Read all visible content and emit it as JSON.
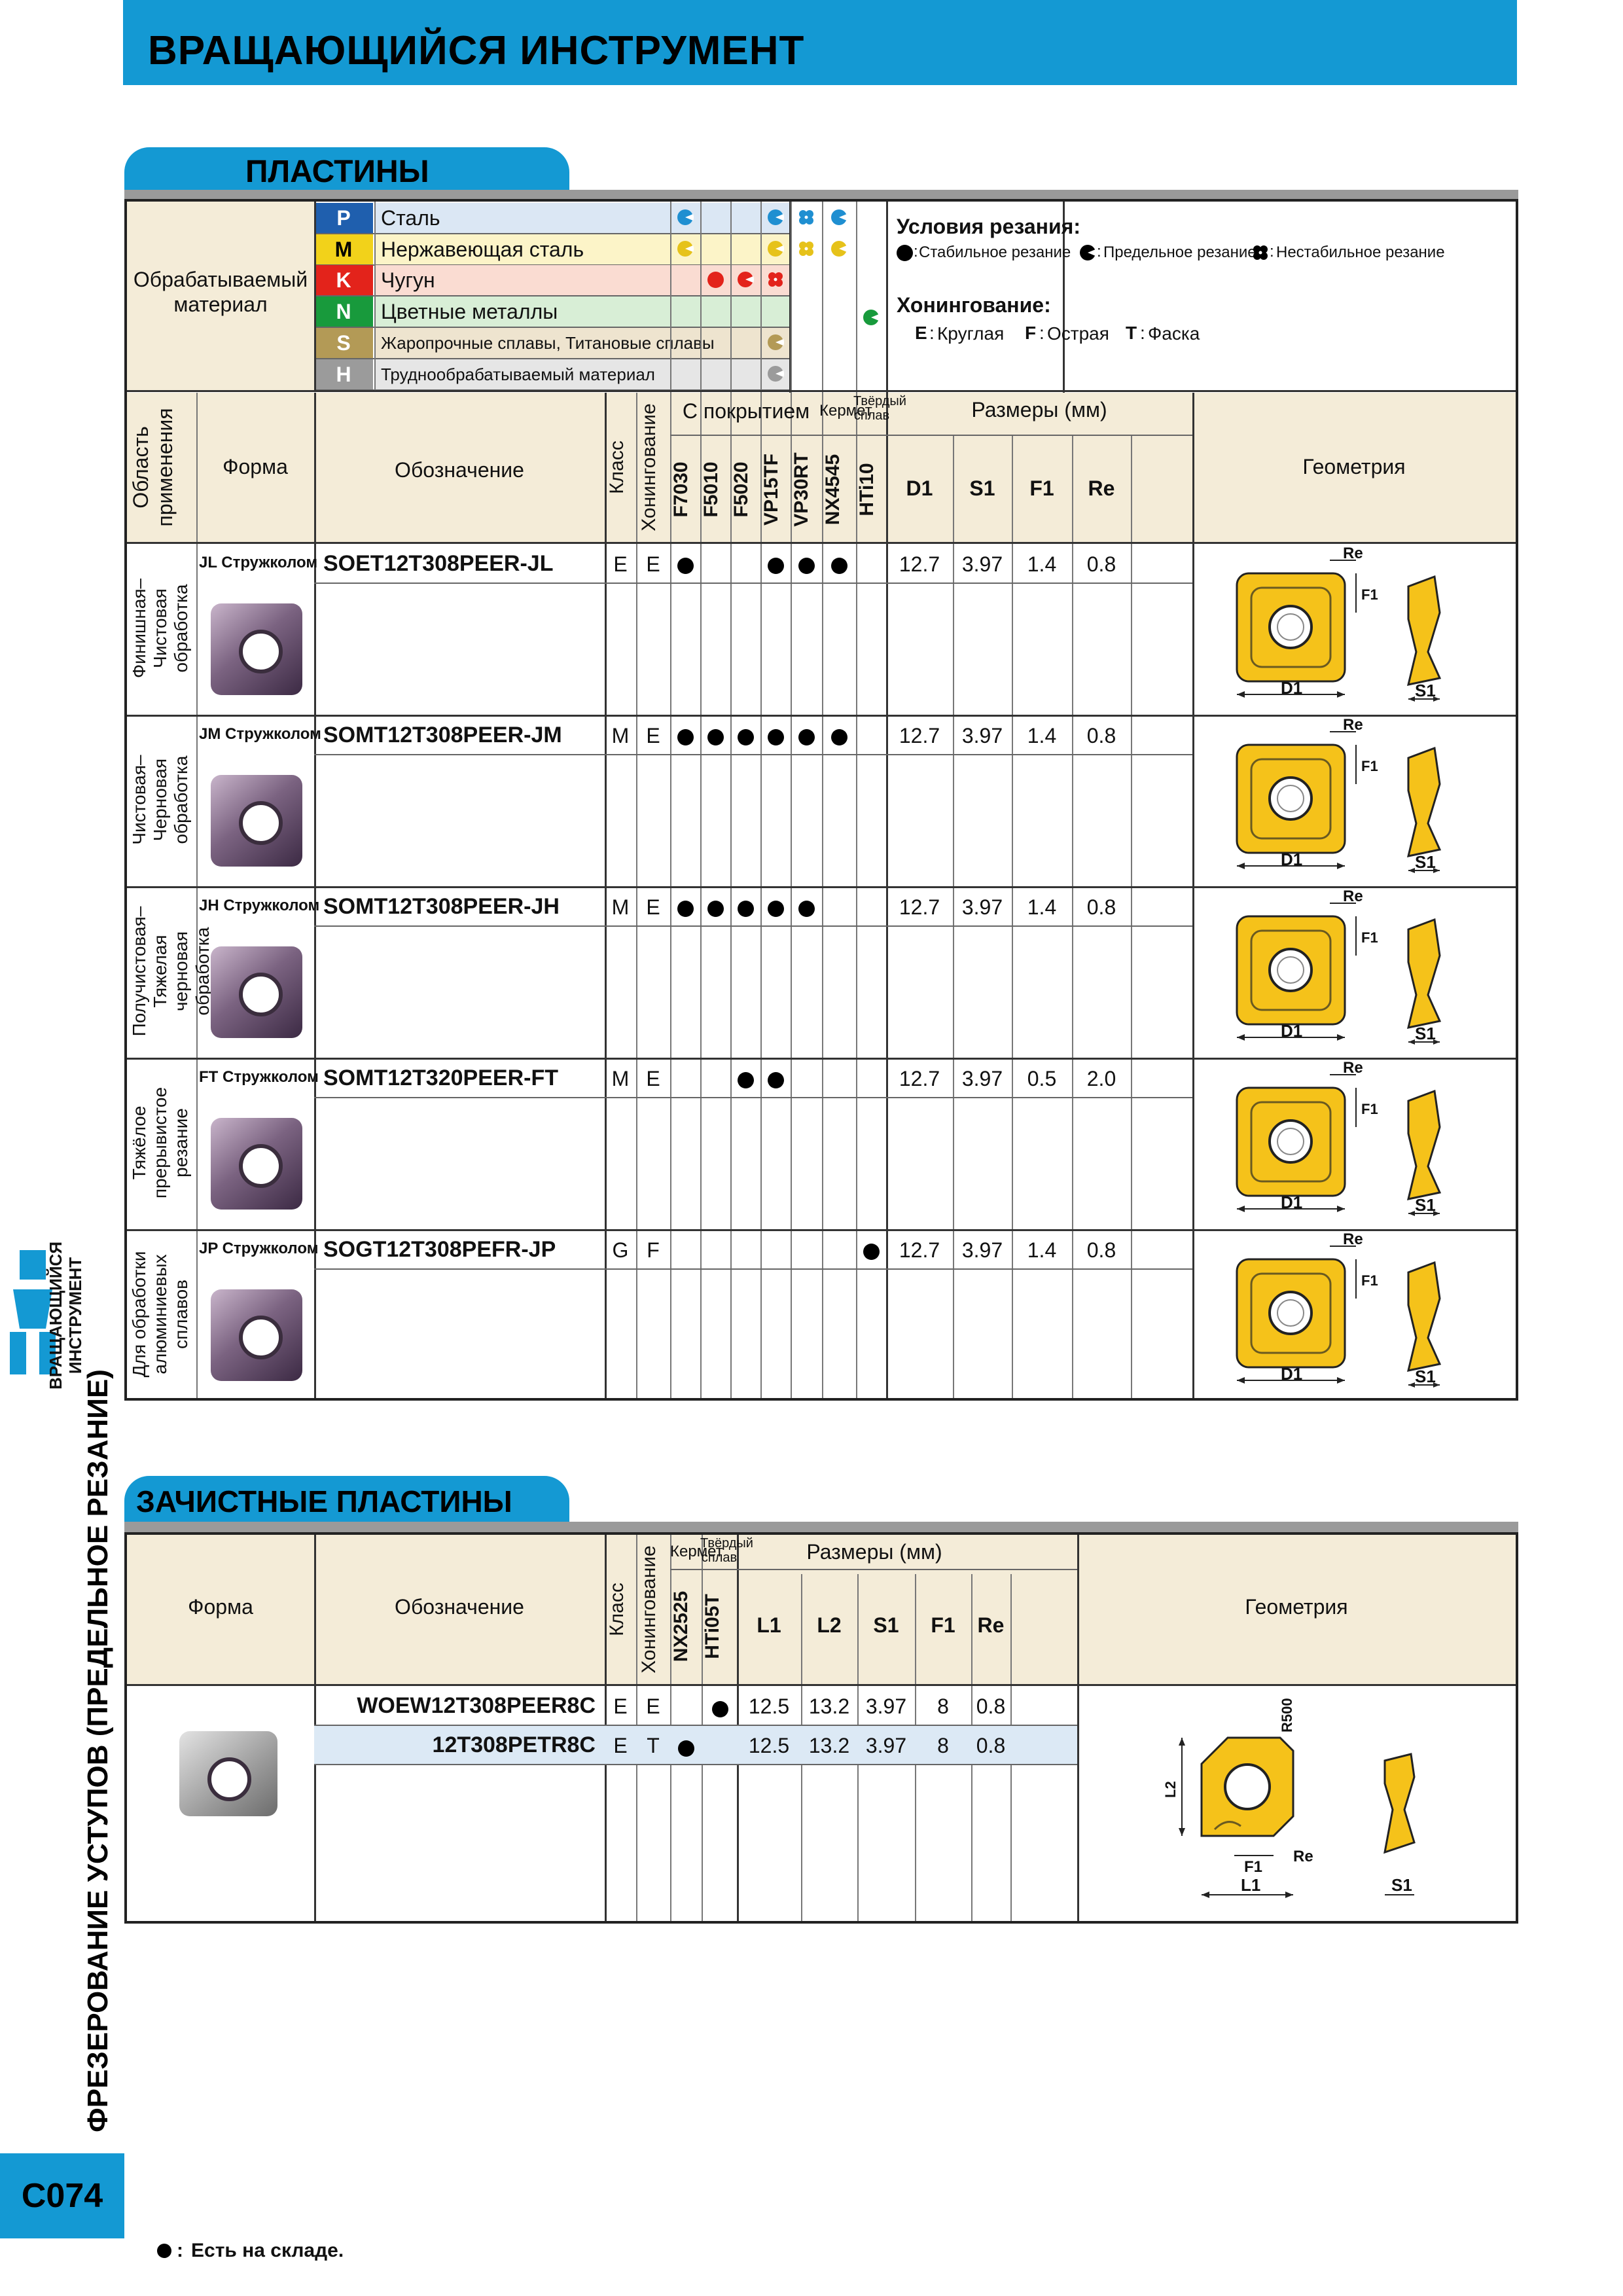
{
  "header": {
    "title": "ВРАЩАЮЩИЙСЯ ИНСТРУМЕНТ"
  },
  "section1": {
    "title": "ПЛАСТИНЫ"
  },
  "section2": {
    "title": "ЗАЧИСТНЫЕ ПЛАСТИНЫ"
  },
  "materials": {
    "label": "Обрабатываемый материал",
    "rows": [
      {
        "code": "P",
        "name": "Сталь",
        "color": "#1f5fae",
        "bg": "#dbe7f4"
      },
      {
        "code": "M",
        "name": "Нержавеющая сталь",
        "color": "#f2d21a",
        "bg": "#fcf4c8",
        "code_text": "#000"
      },
      {
        "code": "K",
        "name": "Чугун",
        "color": "#e3231b",
        "bg": "#fadcd2"
      },
      {
        "code": "N",
        "name": "Цветные металлы",
        "color": "#189a3c",
        "bg": "#d8eed6"
      },
      {
        "code": "S",
        "name": "Жаропрочные сплавы, Титановые сплавы",
        "color": "#b39a56",
        "bg": "#eee4cf"
      },
      {
        "code": "H",
        "name": "Труднообрабатываемый материал",
        "color": "#9b9b9b",
        "bg": "#e6e6e6"
      }
    ]
  },
  "conditions": {
    "title": "Условия резания:",
    "stable": "Стабильное резание",
    "limit": "Предельное резание",
    "unstable": "Нестабильное резание",
    "honing_title": "Хонингование:",
    "honing_e": "E",
    "honing_e_label": "Круглая",
    "honing_f": "F",
    "honing_f_label": "Острая",
    "honing_t": "T",
    "honing_t_label": "Фаска"
  },
  "table1": {
    "headers": {
      "area": "Область применения",
      "shape": "Форма",
      "designation": "Обозначение",
      "class": "Класс",
      "honing": "Хонингование",
      "coated": "С покрытием",
      "cermet": "Кермет",
      "carbide": "Твёрдый сплав",
      "dims": "Размеры (мм)",
      "geometry": "Геометрия",
      "grades": [
        "F7030",
        "F5010",
        "F5020",
        "VP15TF",
        "VP30RT",
        "NX4545",
        "HTi10"
      ],
      "d1": "D1",
      "s1": "S1",
      "f1": "F1",
      "re": "Re"
    },
    "rows": [
      {
        "area": "Финишная– Чистовая обработка",
        "breaker": "JL Стружколом",
        "code": "SOET12T308PEER-JL",
        "class": "E",
        "honing": "E",
        "stock": [
          1,
          0,
          0,
          1,
          1,
          1,
          0
        ],
        "d1": "12.7",
        "s1": "3.97",
        "f1": "1.4",
        "re": "0.8"
      },
      {
        "area": "Чистовая– Черновая обработка",
        "breaker": "JM Стружколом",
        "code": "SOMT12T308PEER-JM",
        "class": "M",
        "honing": "E",
        "stock": [
          1,
          1,
          1,
          1,
          1,
          1,
          0
        ],
        "d1": "12.7",
        "s1": "3.97",
        "f1": "1.4",
        "re": "0.8"
      },
      {
        "area": "Получистовая– Тяжелая черновая обработка",
        "breaker": "JH Стружколом",
        "code": "SOMT12T308PEER-JH",
        "class": "M",
        "honing": "E",
        "stock": [
          1,
          1,
          1,
          1,
          1,
          0,
          0
        ],
        "d1": "12.7",
        "s1": "3.97",
        "f1": "1.4",
        "re": "0.8"
      },
      {
        "area": "Тяжёлое прерывистое резание",
        "breaker": "FT Стружколом",
        "code": "SOMT12T320PEER-FT",
        "class": "M",
        "honing": "E",
        "stock": [
          0,
          0,
          1,
          1,
          0,
          0,
          0
        ],
        "d1": "12.7",
        "s1": "3.97",
        "f1": "0.5",
        "re": "2.0"
      },
      {
        "area": "Для обработки алюминиевых сплавов",
        "breaker": "JP Стружколом",
        "code": "SOGT12T308PEFR-JP",
        "class": "G",
        "honing": "F",
        "stock": [
          0,
          0,
          0,
          0,
          0,
          0,
          1
        ],
        "d1": "12.7",
        "s1": "3.97",
        "f1": "1.4",
        "re": "0.8"
      }
    ],
    "geometry_labels": {
      "re": "Re",
      "f1": "F1",
      "d1": "D1",
      "s1": "S1"
    }
  },
  "table2": {
    "headers": {
      "shape": "Форма",
      "designation": "Обозначение",
      "class": "Класс",
      "honing": "Хонингование",
      "cermet": "Кермет",
      "carbide": "Твёрдый сплав",
      "dims": "Размеры (мм)",
      "geometry": "Геометрия",
      "grades": [
        "NX2525",
        "HTi05T"
      ],
      "l1": "L1",
      "l2": "L2",
      "s1": "S1",
      "f1": "F1",
      "re": "Re"
    },
    "rows": [
      {
        "code": "WOEW12T308PEER8C",
        "class": "E",
        "honing": "E",
        "stock": [
          0,
          1
        ],
        "l1": "12.5",
        "l2": "13.2",
        "s1": "3.97",
        "f1": "8",
        "re": "0.8"
      },
      {
        "code": "12T308PETR8C",
        "class": "E",
        "honing": "T",
        "stock": [
          1,
          0
        ],
        "l1": "12.5",
        "l2": "13.2",
        "s1": "3.97",
        "f1": "8",
        "re": "0.8"
      }
    ],
    "geometry_labels": {
      "r500": "R500",
      "l2": "L2",
      "f1": "F1",
      "re": "Re",
      "l1": "L1",
      "s1": "S1"
    }
  },
  "sidebar": {
    "title": "ФРЕЗЕРОВАНИЕ УСТУПОВ (ПРЕДЕЛЬНОЕ РЕЗАНИЕ)",
    "tab_label": "ВРАЩАЮЩИЙСЯ ИНСТРУМЕНТ",
    "page": "C074"
  },
  "footer": {
    "note": "Есть на складе."
  }
}
